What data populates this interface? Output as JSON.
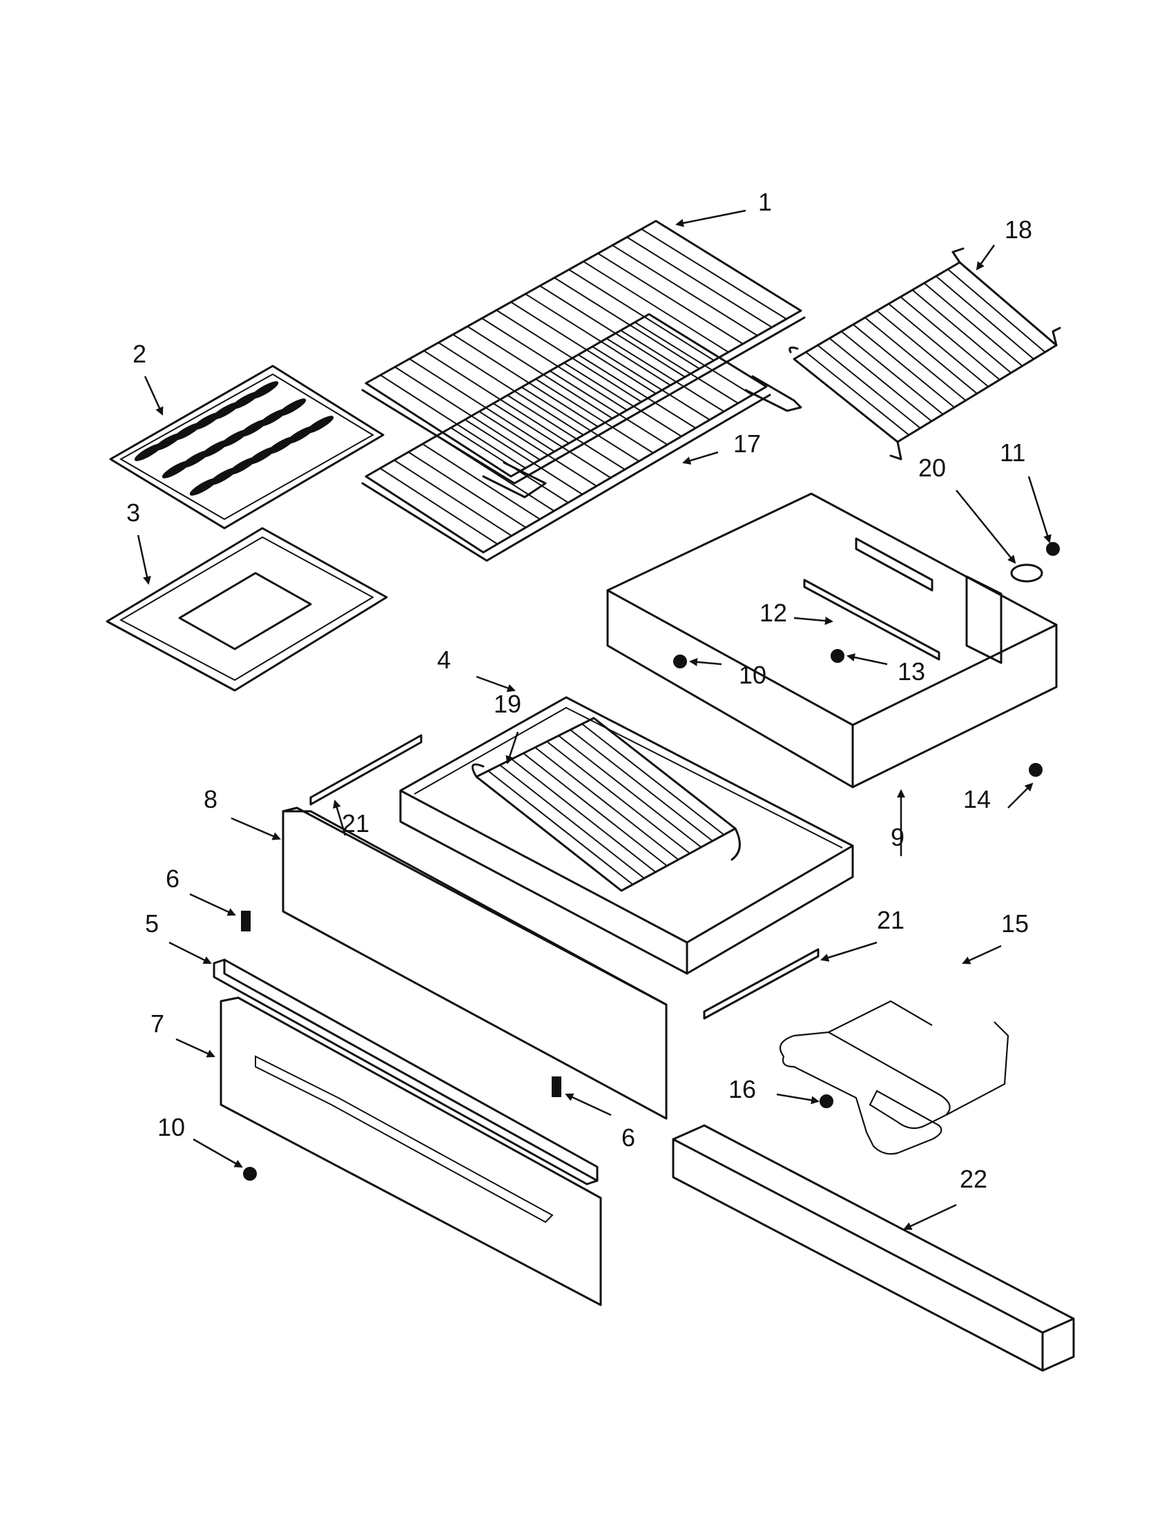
{
  "callouts": [
    {
      "id": "c1",
      "label": "1"
    },
    {
      "id": "c2",
      "label": "2"
    },
    {
      "id": "c3",
      "label": "3"
    },
    {
      "id": "c4",
      "label": "4"
    },
    {
      "id": "c5",
      "label": "5"
    },
    {
      "id": "c6a",
      "label": "6"
    },
    {
      "id": "c6b",
      "label": "6"
    },
    {
      "id": "c7",
      "label": "7"
    },
    {
      "id": "c8",
      "label": "8"
    },
    {
      "id": "c9",
      "label": "9"
    },
    {
      "id": "c10a",
      "label": "10"
    },
    {
      "id": "c10b",
      "label": "10"
    },
    {
      "id": "c11",
      "label": "11"
    },
    {
      "id": "c12",
      "label": "12"
    },
    {
      "id": "c13",
      "label": "13"
    },
    {
      "id": "c14",
      "label": "14"
    },
    {
      "id": "c15",
      "label": "15"
    },
    {
      "id": "c16",
      "label": "16"
    },
    {
      "id": "c17",
      "label": "17"
    },
    {
      "id": "c18",
      "label": "18"
    },
    {
      "id": "c19",
      "label": "19"
    },
    {
      "id": "c20",
      "label": "20"
    },
    {
      "id": "c21a",
      "label": "21"
    },
    {
      "id": "c21b",
      "label": "21"
    },
    {
      "id": "c22",
      "label": "22"
    }
  ]
}
